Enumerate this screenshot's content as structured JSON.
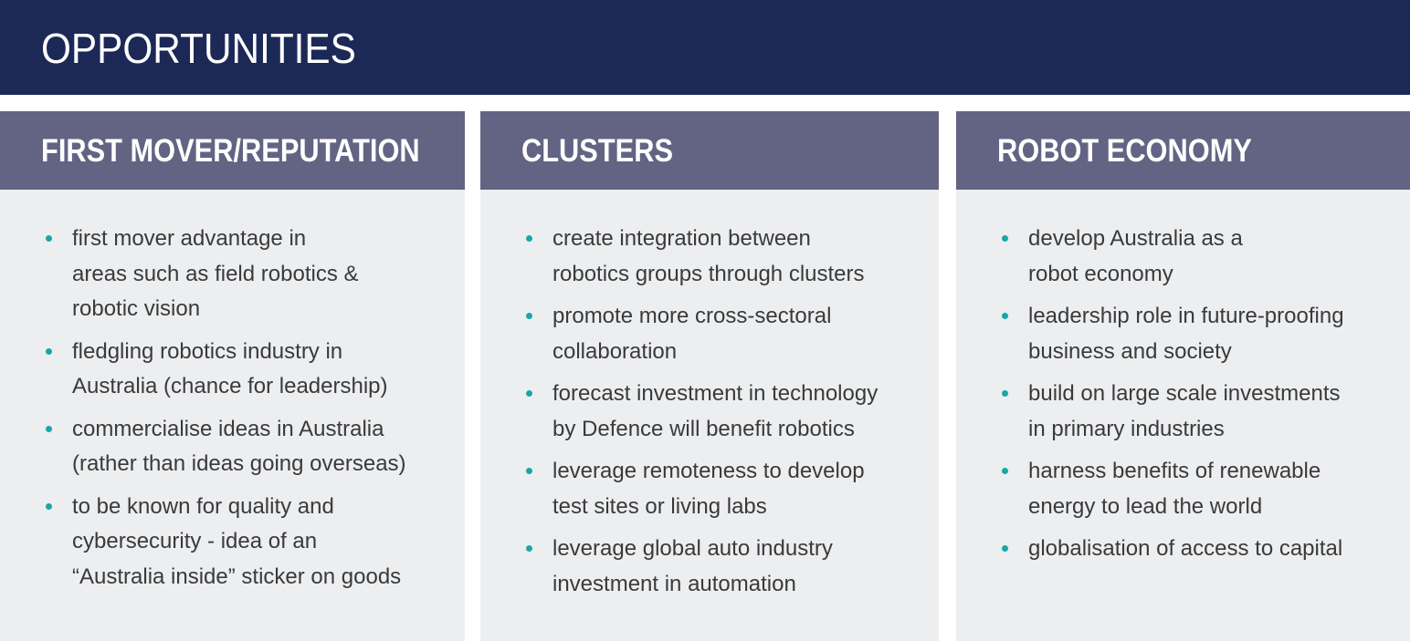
{
  "title": "OPPORTUNITIES",
  "columns": [
    {
      "heading": "FIRST MOVER/REPUTATION",
      "items": [
        "first mover advantage in\nareas such as field robotics &\nrobotic vision",
        "fledgling robotics industry in\nAustralia (chance for leadership)",
        "commercialise ideas in Australia\n(rather than ideas going overseas)",
        "to be known for quality and\ncybersecurity - idea of an\n“Australia inside” sticker on goods"
      ]
    },
    {
      "heading": "CLUSTERS",
      "items": [
        "create integration between\nrobotics groups through clusters",
        "promote more cross-sectoral\ncollaboration",
        "forecast investment in technology\nby Defence will benefit robotics",
        "leverage remoteness to develop\ntest sites or living labs",
        "leverage global auto industry\ninvestment in automation"
      ]
    },
    {
      "heading": "ROBOT ECONOMY",
      "items": [
        "develop Australia as a\nrobot economy",
        "leadership role in future-proofing\nbusiness and society",
        "build on large scale investments\nin primary industries",
        "harness benefits of renewable\nenergy to lead the world",
        "globalisation of access to capital"
      ]
    }
  ],
  "colors": {
    "header": "#1c2957",
    "column_header": "#636384",
    "panel": "#edeef0",
    "bullet": "#1aa6a6"
  }
}
